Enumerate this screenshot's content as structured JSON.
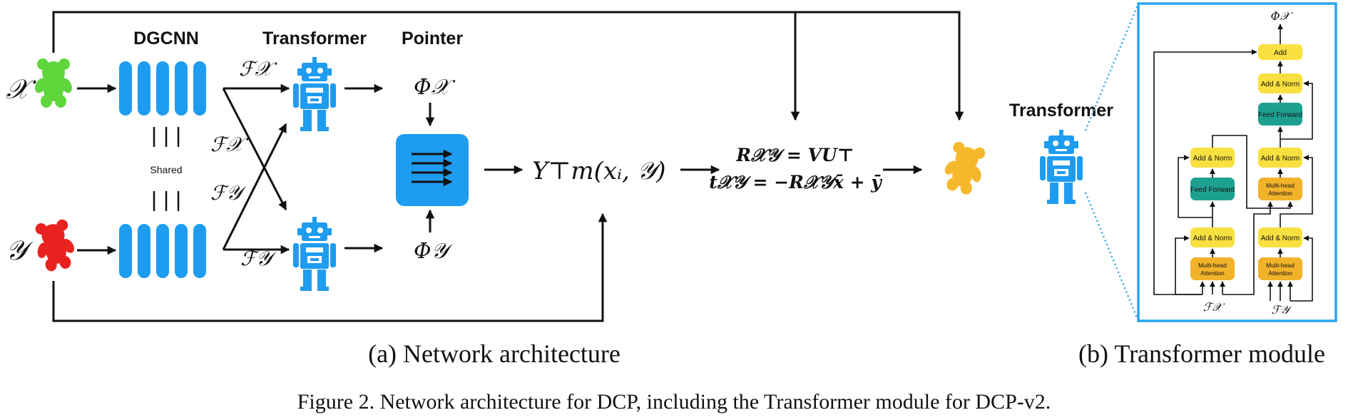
{
  "labels": {
    "dgcnn": "DGCNN",
    "transformer": "Transformer",
    "pointer": "Pointer",
    "shared": "Shared",
    "input_x": "𝒳",
    "input_y": "𝒴",
    "feat_x": "ℱ𝒳",
    "feat_y": "ℱ𝒴",
    "phi_x": "Φ𝒳",
    "phi_y": "Φ𝒴",
    "pointer_out": "Y⊤m(xᵢ, 𝒴)",
    "rot_eq": "R𝒳𝒴 = VU⊤",
    "trans_eq": "t𝒳𝒴 = −R𝒳𝒴x̄ + ȳ",
    "module_transformer": "Transformer"
  },
  "module": {
    "add": "Add",
    "add_norm": "Add & Norm",
    "feed_forward": "Feed Forward",
    "multi_head_1": "Multi-head",
    "multi_head_2": "Attention",
    "in_x": "ℱ𝒳",
    "in_y": "ℱ𝒴",
    "out": "Φ𝒳"
  },
  "subcaptions": {
    "a": "(a) Network architecture",
    "b": "(b) Transformer module"
  },
  "caption": "Figure 2. Network architecture for DCP, including the Transformer module for DCP-v2.",
  "colors": {
    "dgcnn_blue": "#1e9cf0",
    "robot_blue": "#1e9cf0",
    "bear_green": "#5ed63c",
    "bear_red": "#e8231f",
    "bear_orange": "#f5b82a",
    "box_yellow": "#f8e040",
    "box_orange": "#f2b22a",
    "box_teal": "#1ea091",
    "frame_blue": "#2aa3ee"
  }
}
